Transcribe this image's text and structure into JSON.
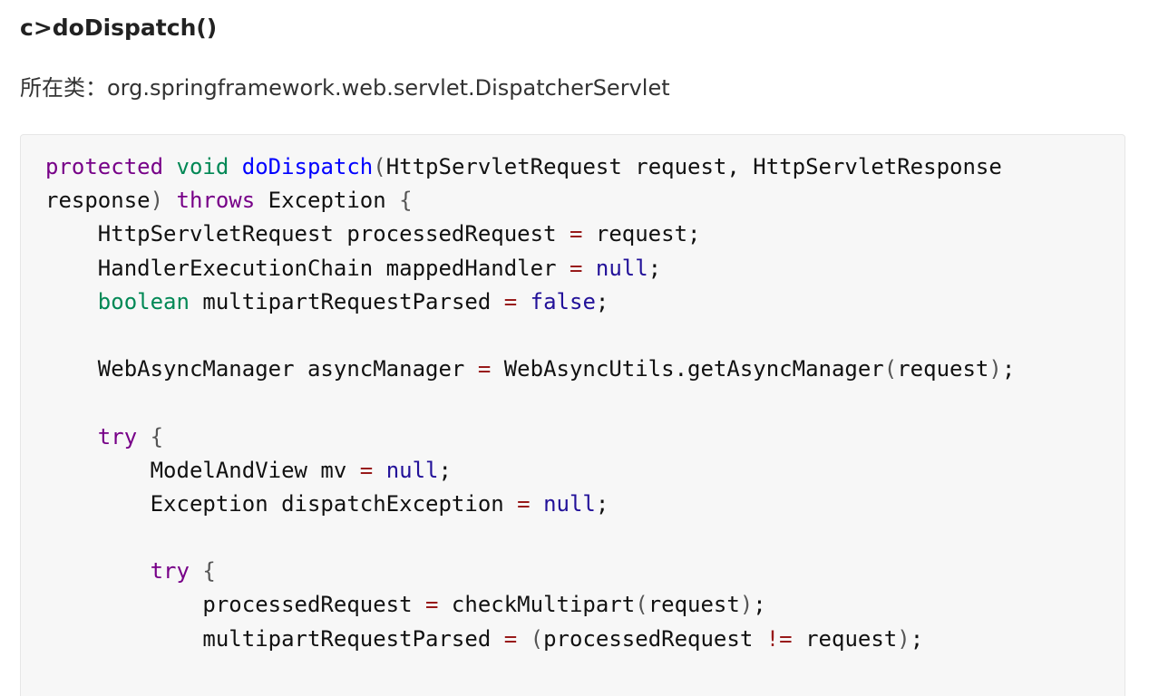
{
  "heading": "c>doDispatch()",
  "class_label": "所在类：",
  "class_name": "org.springframework.web.servlet.DispatcherServlet",
  "code": {
    "protected": "protected",
    "void": "void",
    "method": "doDispatch",
    "paren_open": "(",
    "paren_close": ")",
    "param1": "HttpServletRequest request, HttpServletResponse",
    "param2": "response",
    "throws": "throws",
    "exception": "Exception",
    "brace_open": "{",
    "line3_decl": "HttpServletRequest processedRequest ",
    "line3_rhs": " request;",
    "eq": "=",
    "line4_decl": "HandlerExecutionChain mappedHandler ",
    "null": "null",
    "semi": ";",
    "boolean": "boolean",
    "line5_decl": " multipartRequestParsed ",
    "false": "false",
    "line7_decl": "WebAsyncManager asyncManager ",
    "line7_rhs": " WebAsyncUtils.getAsyncManager",
    "request_arg": "request",
    "try": "try",
    "line10_decl": "ModelAndView mv ",
    "line11_decl": "Exception dispatchException ",
    "line14_decl": "processedRequest ",
    "line14_rhs": " checkMultipart",
    "line15_decl": "multipartRequestParsed ",
    "line15_mid": "processedRequest ",
    "neq": "!=",
    "line15_tail": " request"
  }
}
